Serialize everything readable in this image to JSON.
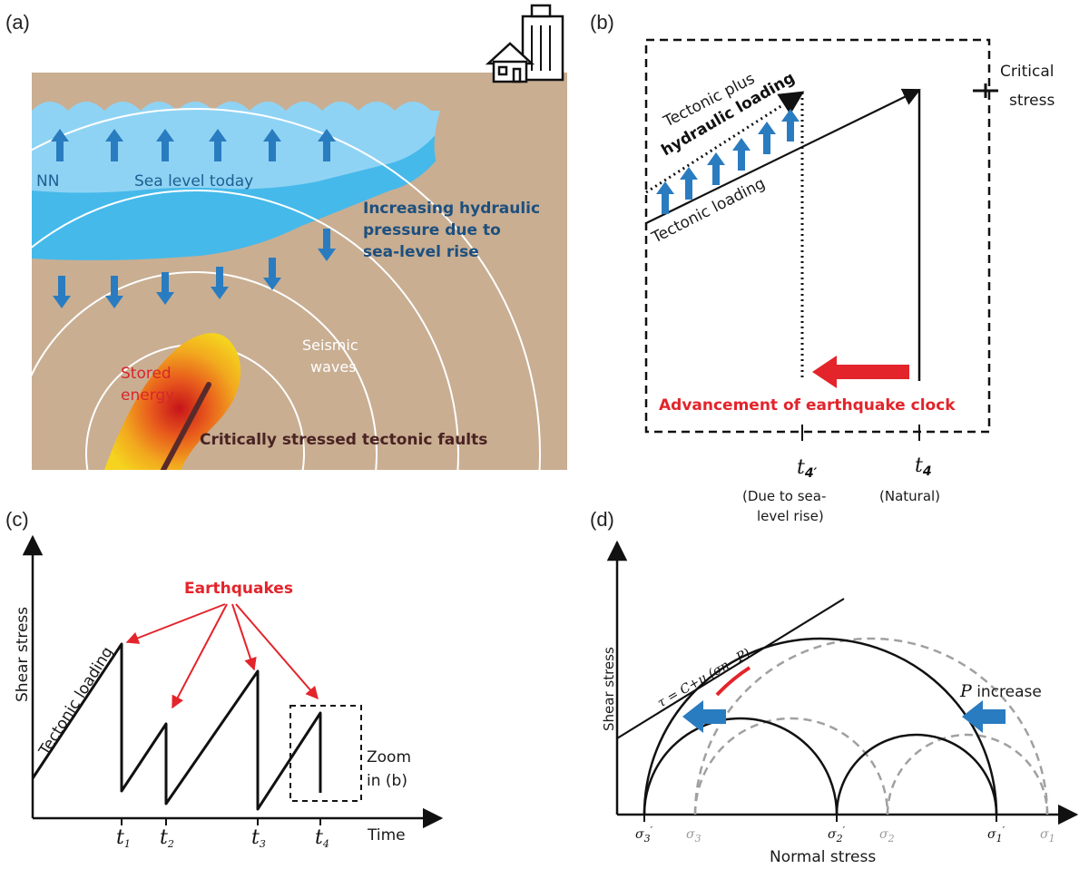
{
  "panels": {
    "a": {
      "label": "(a)",
      "nn": "NN",
      "sea_level_today": "Sea level today",
      "hydraulic_line1": "Increasing hydraulic",
      "hydraulic_line2": "pressure due to",
      "hydraulic_line3": "sea-level rise",
      "stored_line1": "Stored",
      "stored_line2": "energy",
      "seismic_line1": "Seismic",
      "seismic_line2": "waves",
      "faults": "Critically stressed tectonic faults"
    },
    "b": {
      "label": "(b)",
      "tectonic_plus": "Tectonic plus",
      "hydraulic_loading": "hydraulic loading",
      "tectonic_loading": "Tectonic loading",
      "critical_line1": "Critical",
      "critical_line2": "stress",
      "advancement": "Advancement of earthquake clock",
      "t4prime": "t",
      "t4prime_sub": "4′",
      "t4": "t",
      "t4_sub": "4",
      "due_line1": "(Due to sea-",
      "due_line2": "level rise)",
      "natural": "(Natural)"
    },
    "c": {
      "label": "(c)",
      "ylabel": "Shear stress",
      "xlabel": "Time",
      "tectonic_loading": "Tectonic loading",
      "earthquakes": "Earthquakes",
      "zoom_line1": "Zoom",
      "zoom_line2": "in (b)",
      "ticks": [
        {
          "main": "t",
          "sub": "1"
        },
        {
          "main": "t",
          "sub": "2"
        },
        {
          "main": "t",
          "sub": "3"
        },
        {
          "main": "t",
          "sub": "4"
        }
      ]
    },
    "d": {
      "label": "(d)",
      "ylabel": "Shear stress",
      "xlabel": "Normal stress",
      "envelope": "τ = C+μ (σn−P)",
      "p_increase_p": "P",
      "p_increase_rest": " increase",
      "ticks_black": [
        {
          "main": "σ",
          "sub": "3",
          "prime": "′"
        },
        {
          "main": "σ",
          "sub": "2",
          "prime": "′"
        },
        {
          "main": "σ",
          "sub": "1",
          "prime": "′"
        }
      ],
      "ticks_gray": [
        {
          "main": "σ",
          "sub": "3"
        },
        {
          "main": "σ",
          "sub": "2"
        },
        {
          "main": "σ",
          "sub": "1"
        }
      ]
    }
  },
  "colors": {
    "sea_light": "#8fd3f4",
    "sea_deep": "#45b9ea",
    "ground": "#c9ae92",
    "arrow_blue": "#2a7cc0",
    "red": "#e3242b",
    "dashed_gray": "#a0a0a0"
  }
}
